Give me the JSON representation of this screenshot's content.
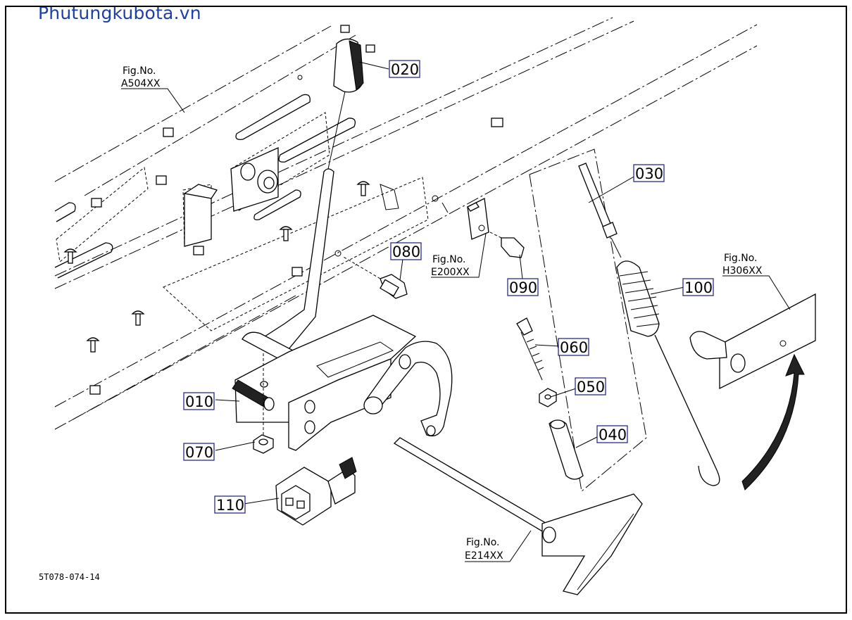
{
  "watermark": "Phutungkubota.vn",
  "drawing_code": "5T078-074-14",
  "parts": [
    {
      "id": "020"
    },
    {
      "id": "030"
    },
    {
      "id": "080"
    },
    {
      "id": "090"
    },
    {
      "id": "100"
    },
    {
      "id": "060"
    },
    {
      "id": "050"
    },
    {
      "id": "040"
    },
    {
      "id": "010"
    },
    {
      "id": "070"
    },
    {
      "id": "110"
    }
  ],
  "figure_refs": [
    {
      "prefix": "Fig.No.",
      "code": "A504XX"
    },
    {
      "prefix": "Fig.No.",
      "code": "E200XX"
    },
    {
      "prefix": "Fig.No.",
      "code": "H306XX"
    },
    {
      "prefix": "Fig.No.",
      "code": "E214XX"
    }
  ]
}
